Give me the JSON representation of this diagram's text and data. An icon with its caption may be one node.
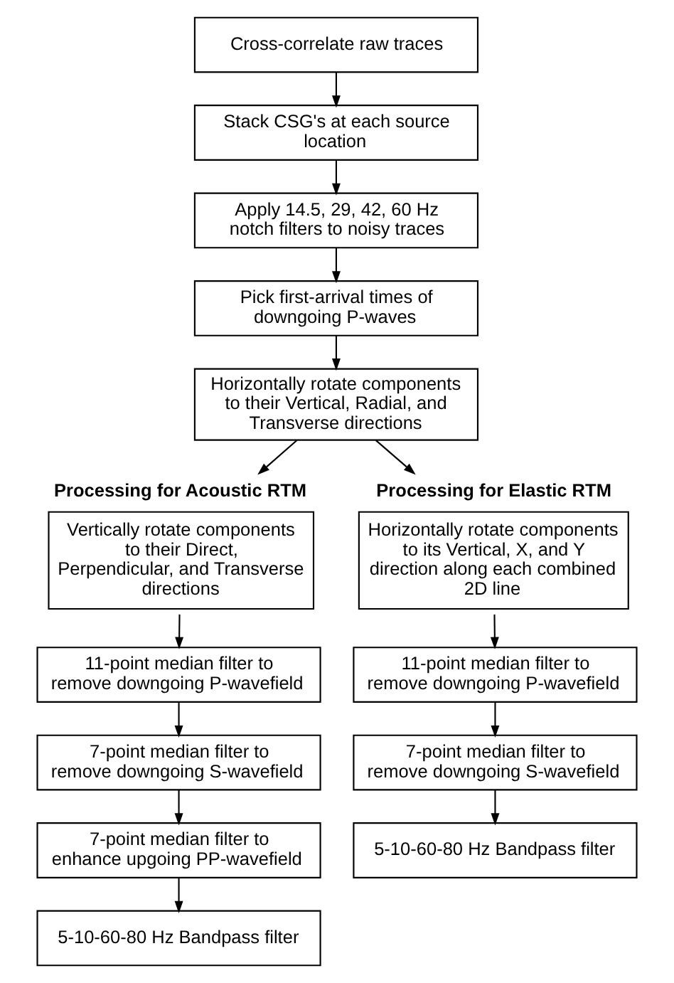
{
  "diagram": {
    "nodes": [
      {
        "text": [
          "Cross-correlate raw traces"
        ]
      },
      {
        "text": [
          "Stack CSG's at each source location"
        ]
      },
      {
        "text": [
          "Apply 14.5, 29, 42, 60 Hz notch filters to noisy traces"
        ]
      },
      {
        "text": [
          "Pick first-arrival times of downgoing P-waves"
        ]
      },
      {
        "text": [
          "Horizontally rotate components to their Vertical, Radial, and Transverse directions"
        ]
      },
      {
        "text": [
          "Processing for Acoustic RTM",
          "Vertically rotate components to their Direct, Perpendicular, and Transverse directions"
        ]
      },
      {
        "text": [
          "11-point median filter to remove downgoing P-wavefield"
        ]
      },
      {
        "text": [
          "7-point median filter to remove downgoing S-wavefield"
        ]
      },
      {
        "text": [
          "7-point median filter to enhance upgoing PP-wavefield"
        ]
      },
      {
        "text": [
          "5-10-60-80 Hz Bandpass filter"
        ]
      },
      {
        "text": [
          "Processing for Elastic RTM",
          "Horizontally rotate components to its Vertical, X, and Y direction along each combined 2D line"
        ]
      },
      {
        "text": [
          "11-point median filter to remove downgoing P-wavefield"
        ]
      },
      {
        "text": [
          "7-point median filter to remove downgoing S-wavefield"
        ]
      },
      {
        "text": [
          "5-10-60-80 Hz Bandpass filter"
        ]
      }
    ],
    "edges": [
      {
        "from": 0,
        "to": 1,
        "arrow": "to"
      },
      {
        "from": 1,
        "to": 2,
        "arrow": "to"
      },
      {
        "from": 2,
        "to": 3,
        "arrow": "to"
      },
      {
        "from": 3,
        "to": 4,
        "arrow": "to"
      },
      {
        "from": 4,
        "to": 5,
        "arrow": "to"
      },
      {
        "from": 4,
        "to": 10,
        "arrow": "to"
      },
      {
        "from": 5,
        "to": 6,
        "arrow": "to"
      },
      {
        "from": 6,
        "to": 7,
        "arrow": "to"
      },
      {
        "from": 7,
        "to": 8,
        "arrow": "to"
      },
      {
        "from": 8,
        "to": 9,
        "arrow": "to"
      },
      {
        "from": 10,
        "to": 11,
        "arrow": "to"
      },
      {
        "from": 11,
        "to": 12,
        "arrow": "to"
      },
      {
        "from": 12,
        "to": 13,
        "arrow": "to"
      }
    ]
  }
}
